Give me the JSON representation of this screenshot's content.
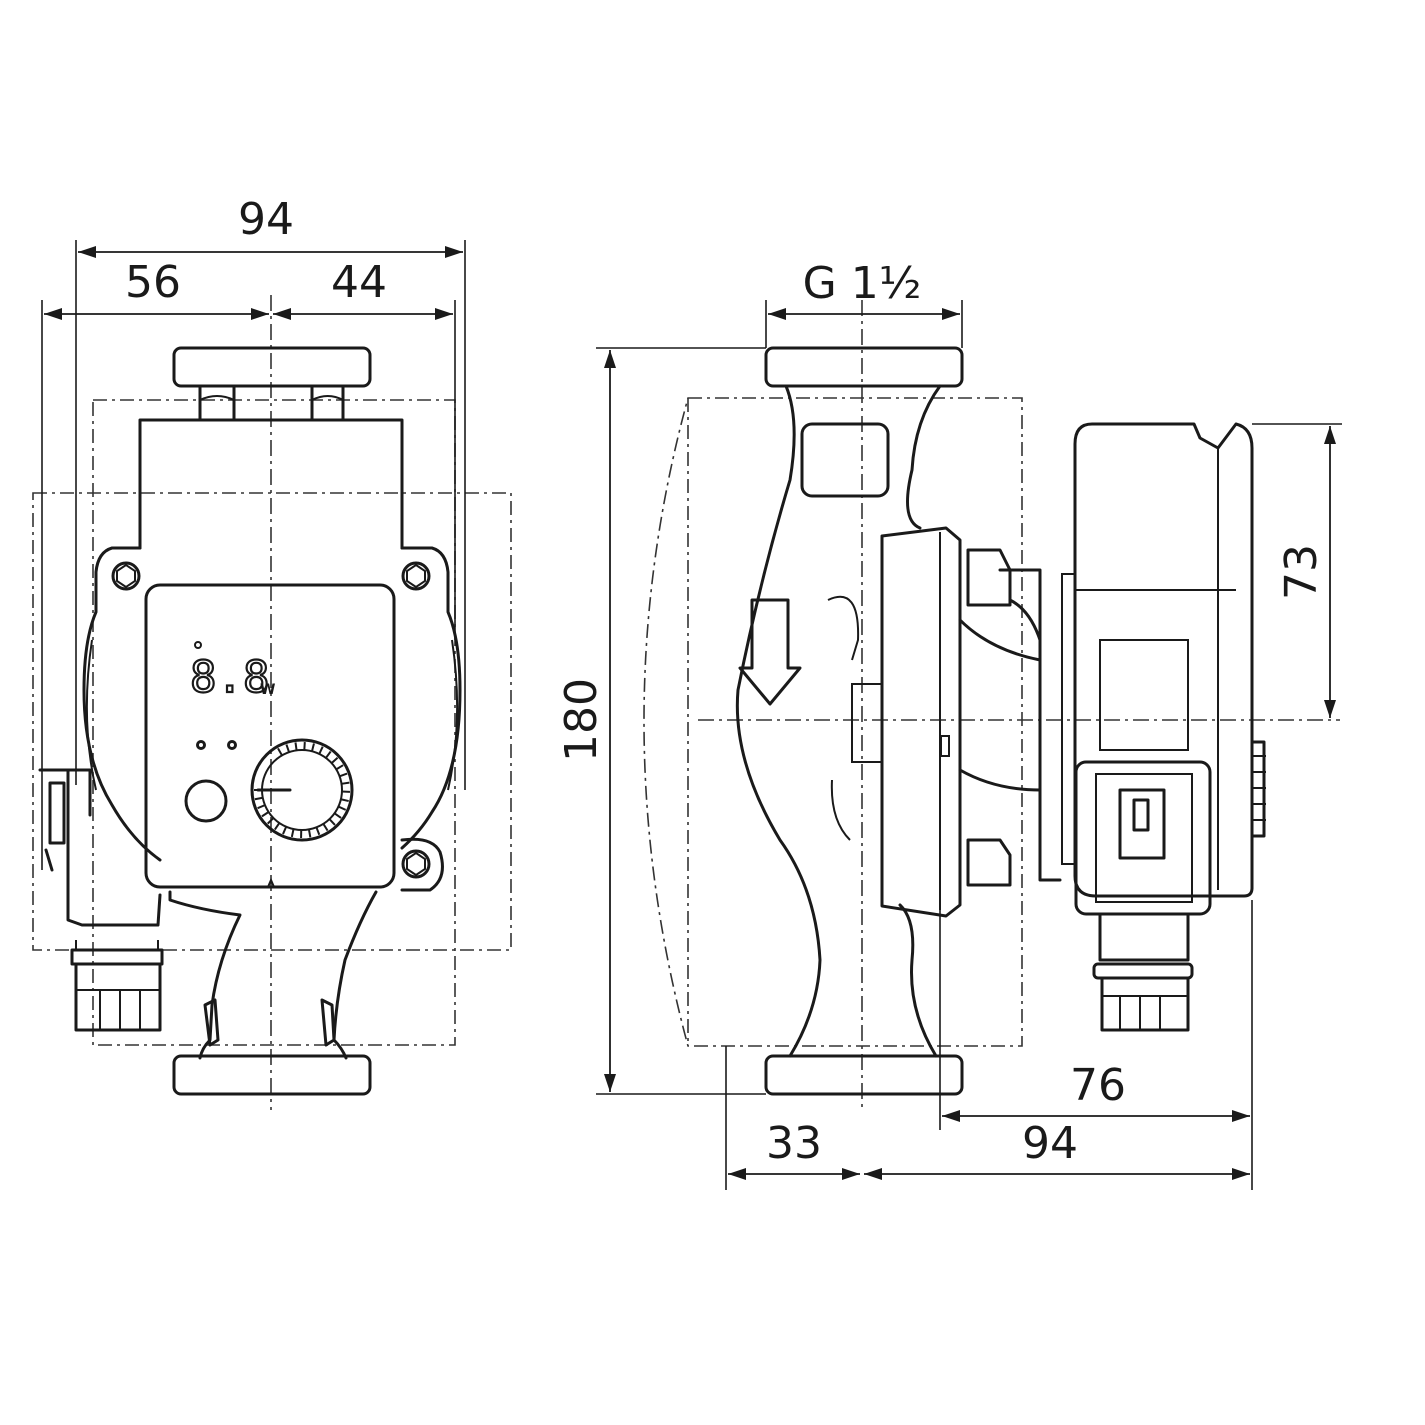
{
  "front_view": {
    "dim_overall_width": "94",
    "dim_left_width": "56",
    "dim_right_width": "44",
    "display_reading": "8.8",
    "display_unit": "W"
  },
  "side_view": {
    "dim_thread": "G 1½",
    "dim_height": "180",
    "dim_module_height": "73",
    "dim_depth_76": "76",
    "dim_depth_94": "94",
    "dim_offset_33": "33"
  }
}
